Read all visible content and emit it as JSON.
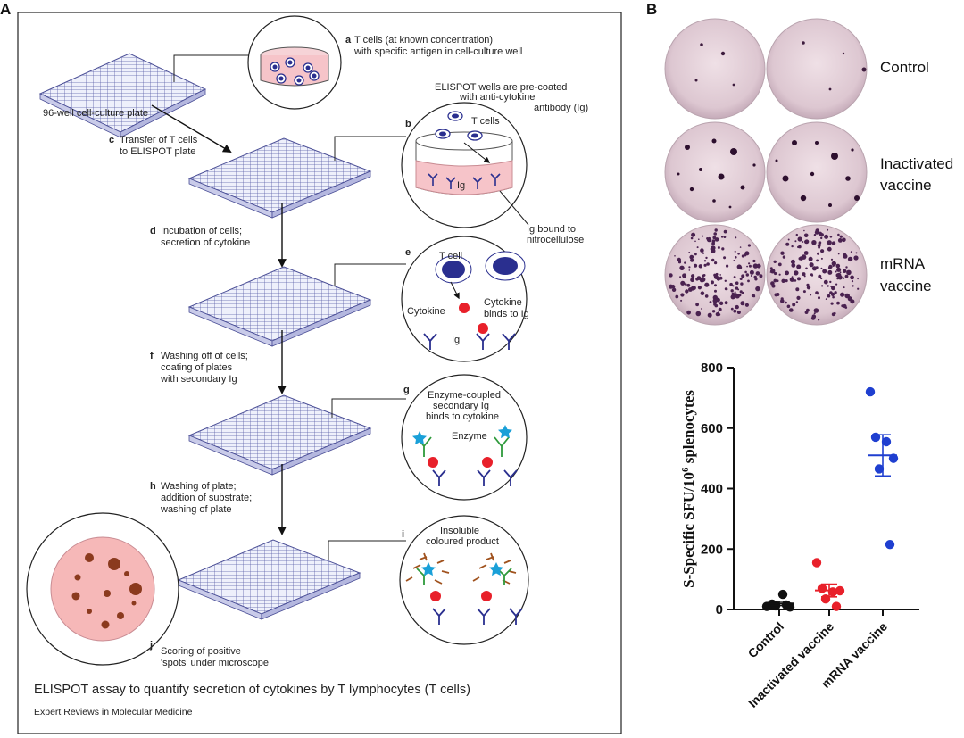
{
  "panel_a": {
    "letter": "A",
    "steps": {
      "a_letter": "a",
      "a_line1": "T cells (at known concentration)",
      "a_line2": "with specific antigen in cell-culture well",
      "plate_label": "96-well cell-culture plate",
      "b_letter": "b",
      "b_line1": "ELISPOT wells are pre-coated",
      "b_line2": "with anti-cytokine",
      "b_line3": "antibody (Ig)",
      "b_tcells": "T cells",
      "b_ig": "Ig",
      "b_bound1": "Ig bound to",
      "b_bound2": "nitrocellulose",
      "c_letter": "c",
      "c_line1": "Transfer of T cells",
      "c_line2": "to ELISPOT plate",
      "d_letter": "d",
      "d_line1": "Incubation of cells;",
      "d_line2": "secretion of cytokine",
      "e_letter": "e",
      "e_tcell": "T cell",
      "e_cytokine": "Cytokine",
      "e_binds1": "Cytokine",
      "e_binds2": "binds to Ig",
      "e_ig": "Ig",
      "f_letter": "f",
      "f_line1": "Washing off of cells;",
      "f_line2": "coating of plates",
      "f_line3": "with secondary Ig",
      "g_letter": "g",
      "g_line1": "Enzyme-coupled",
      "g_line2": "secondary Ig",
      "g_line3": "binds to cytokine",
      "g_enzyme": "Enzyme",
      "h_letter": "h",
      "h_line1": "Washing of plate;",
      "h_line2": "addition of substrate;",
      "h_line3": "washing of plate",
      "i_letter": "i",
      "i_line1": "Insoluble",
      "i_line2": "coloured product",
      "j_letter": "j",
      "j_line1": "Scoring of positive",
      "j_line2": "'spots' under microscope"
    },
    "caption": "ELISPOT assay to quantify secretion of cytokines by T lymphocytes (T cells)",
    "source": "Expert Reviews in Molecular Medicine"
  },
  "panel_b": {
    "letter": "B",
    "well_labels": {
      "control": "Control",
      "inactivated1": "Inactivated",
      "inactivated2": "vaccine",
      "mrna1": "mRNA",
      "mrna2": "vaccine"
    }
  },
  "chart_data": {
    "type": "scatter",
    "ylabel_main": "S-Specific SFU/10",
    "ylabel_sup": "6",
    "ylabel_end": " splenocytes",
    "ylim": [
      0,
      800
    ],
    "yticks": [
      0,
      200,
      400,
      600,
      800
    ],
    "categories": [
      "Control",
      "Inactivated vaccine",
      "mRNA vaccine"
    ],
    "colors": [
      "#111111",
      "#e8202a",
      "#1f3fd0"
    ],
    "points": [
      [
        10,
        18,
        50,
        8,
        12,
        15
      ],
      [
        155,
        70,
        58,
        62,
        35,
        10
      ],
      [
        720,
        570,
        555,
        500,
        465,
        215
      ]
    ],
    "means": [
      20,
      63,
      510
    ],
    "sem": [
      7,
      21,
      68
    ]
  }
}
